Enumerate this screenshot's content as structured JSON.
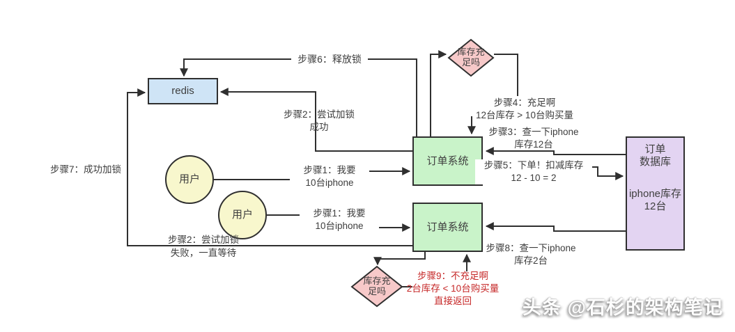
{
  "colors": {
    "line": "#333333",
    "text": "#3d3d3d",
    "redis_fill": "#cfe4f6",
    "order_system_fill": "#c9f3c9",
    "database_fill": "#e3d4f2",
    "user_fill": "#f8f7cd",
    "decision_fill": "#f7c9c9",
    "alert_text": "#c62828"
  },
  "nodes": {
    "redis": {
      "label": "redis"
    },
    "order_system_top": {
      "label": "订单系统"
    },
    "order_system_bottom": {
      "label": "订单系统"
    },
    "order_database": {
      "title": "订单\n数据库",
      "stock": "iphone库存\n12台"
    },
    "user_top": {
      "label": "用户"
    },
    "user_bottom": {
      "label": "用户"
    },
    "decision_top": {
      "label": "库存充\n足吗"
    },
    "decision_bottom": {
      "label": "库存充\n足吗"
    }
  },
  "edges": {
    "step1_top": {
      "label": "步骤1：我要\n10台iphone"
    },
    "step1_bottom": {
      "label": "步骤1：我要\n10台iphone"
    },
    "step2_success": {
      "label": "步骤2：尝试加锁\n成功"
    },
    "step2_fail": {
      "label": "步骤2：尝试加锁\n失败，一直等待"
    },
    "step3": {
      "label": "步骤3：查一下iphone\n库存12台"
    },
    "step4": {
      "label": "步骤4：充足啊\n12台库存 > 10台购买量"
    },
    "step5": {
      "label": "步骤5：下单！扣减库存\n12 - 10 = 2"
    },
    "step6": {
      "label": "步骤6：释放锁"
    },
    "step7": {
      "label": "步骤7：成功加锁"
    },
    "step8": {
      "label": "步骤8：查一下iphone\n库存2台"
    },
    "step9": {
      "label": "步骤9：不充足啊\n2台库存 < 10台购买量\n直接返回"
    }
  },
  "watermark": {
    "text": "头条 @石杉的架构笔记"
  }
}
